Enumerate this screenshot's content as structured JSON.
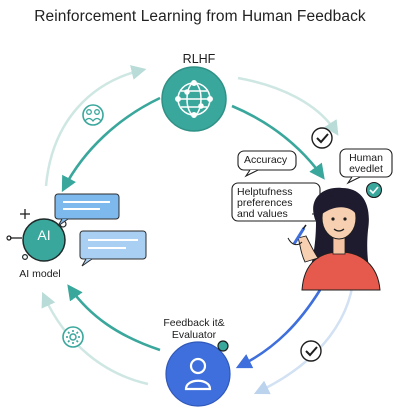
{
  "title": "Reinforcement Learning from Human Feedback",
  "nodes": {
    "rlhf": {
      "label": "RLHF"
    },
    "ai_model": {
      "label": "AI model",
      "badge": "AI"
    },
    "evaluator": {
      "label_line1": "Feedback it&",
      "label_line2": "Evaluator"
    }
  },
  "bubbles": {
    "accuracy": "Accuracy",
    "human_eval_line1": "Human",
    "human_eval_line2": "evedlet",
    "helpfulness_line1": "Helptufness",
    "helpfulness_line2": "preferences",
    "helpfulness_line3": "and values"
  },
  "icons": [
    "globe-network-icon",
    "people-icon",
    "check-icon",
    "gear-icon",
    "person-icon",
    "chat-bubble-icon"
  ],
  "colors": {
    "teal": "#3aa79c",
    "teal_light": "#cfe9e5",
    "blue": "#3f6fdc",
    "blue_light": "#bfd8f3",
    "chat_blue": "#7db9ec",
    "person_shirt": "#e65a4e"
  }
}
